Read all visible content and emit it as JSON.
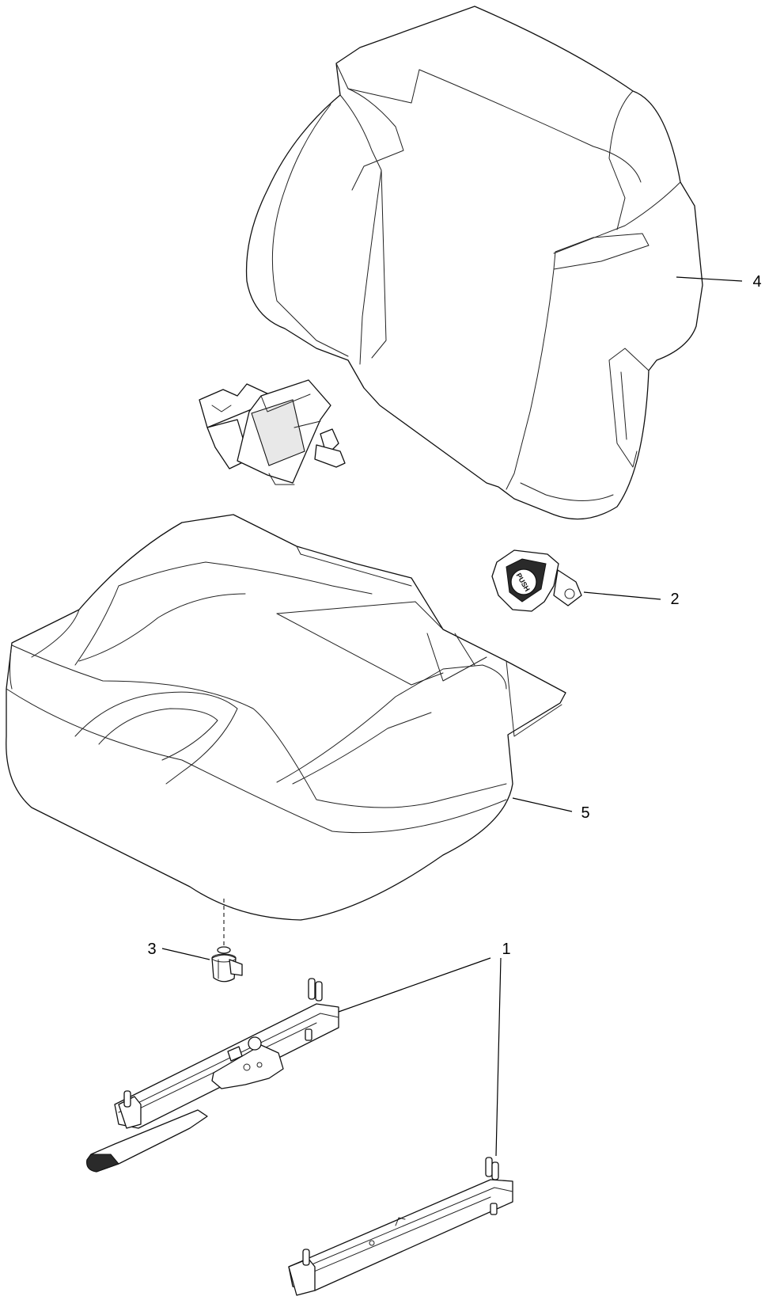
{
  "callouts": {
    "c1": "1",
    "c2": "2",
    "c3": "3",
    "c4": "4",
    "c5": "5"
  },
  "buckle_text": "PUSH",
  "colors": {
    "line": "#111111",
    "background": "#ffffff"
  }
}
